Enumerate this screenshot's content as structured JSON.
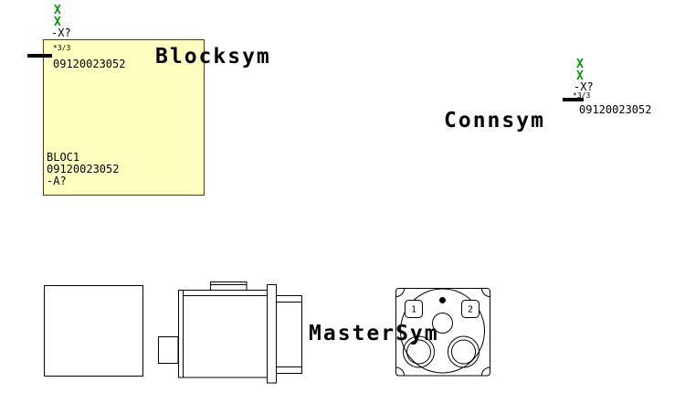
{
  "colors": {
    "background": "#ffffff",
    "x_mark_green": "#009900",
    "block_fill": "#ffffc0",
    "block_border": "#8b2500",
    "line_black": "#000000"
  },
  "blocksym": {
    "title": "Blocksym",
    "x_mark_top": "X",
    "x_mark_bottom": "X",
    "terminal_label": "-X?",
    "pin_label": "*3/3",
    "article_number": "09120023052",
    "block_name": "BLOC1",
    "block_article_number": "09120023052",
    "device_tag": "-A?"
  },
  "connsym": {
    "title": "Connsym",
    "x_mark_top": "X",
    "x_mark_bottom": "X",
    "terminal_label": "-X?",
    "pin_label": "*3/3",
    "article_number": "09120023052"
  },
  "mastersym": {
    "title": "MasterSym",
    "pin_labels": {
      "pin1": "1",
      "pin2": "2"
    }
  }
}
